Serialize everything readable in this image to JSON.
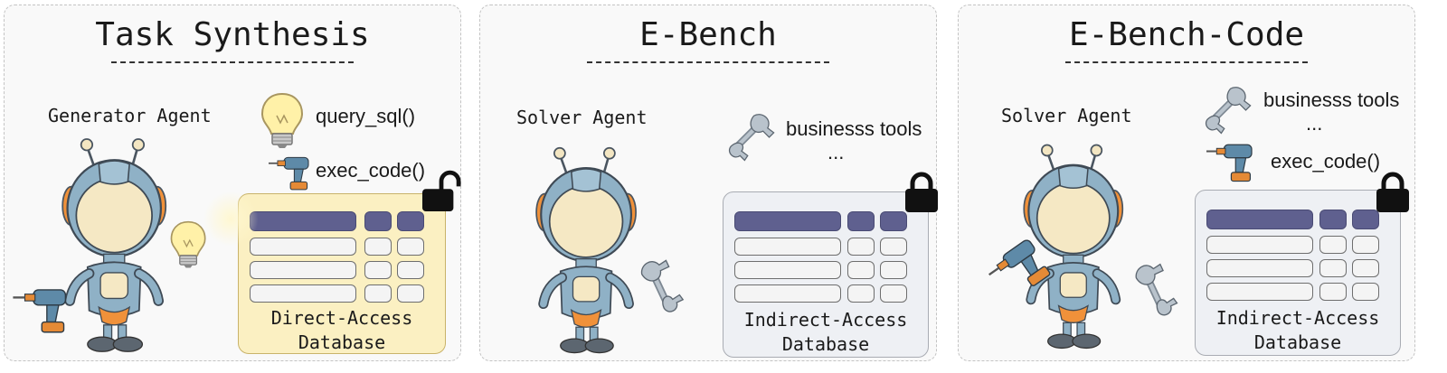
{
  "panels": [
    {
      "title": "Task Synthesis",
      "agent_label": "Generator Agent",
      "tools": [
        "query_sql()",
        "exec_code()"
      ],
      "database_label": [
        "Direct-Access",
        "Database"
      ],
      "database_kind": "direct"
    },
    {
      "title": "E-Bench",
      "agent_label": "Solver Agent",
      "tools": [
        "businesss tools",
        "..."
      ],
      "database_label": [
        "Indirect-Access",
        "Database"
      ],
      "database_kind": "indirect"
    },
    {
      "title": "E-Bench-Code",
      "agent_label": "Solver Agent",
      "tools": [
        "businesss tools",
        "...",
        "exec_code()"
      ],
      "database_label": [
        "Indirect-Access",
        "Database"
      ],
      "database_kind": "indirect"
    }
  ],
  "colors": {
    "robot_body": "#8fb1c6",
    "robot_face": "#f5e8c4",
    "robot_accent": "#f0913a",
    "db_direct_fill": "#fbf0c2",
    "db_indirect_fill": "#eef0f4",
    "db_header": "#5f608f"
  },
  "icons": [
    "lightbulb-icon",
    "drill-icon",
    "wrench-icon",
    "lock-icon",
    "robot-icon"
  ]
}
